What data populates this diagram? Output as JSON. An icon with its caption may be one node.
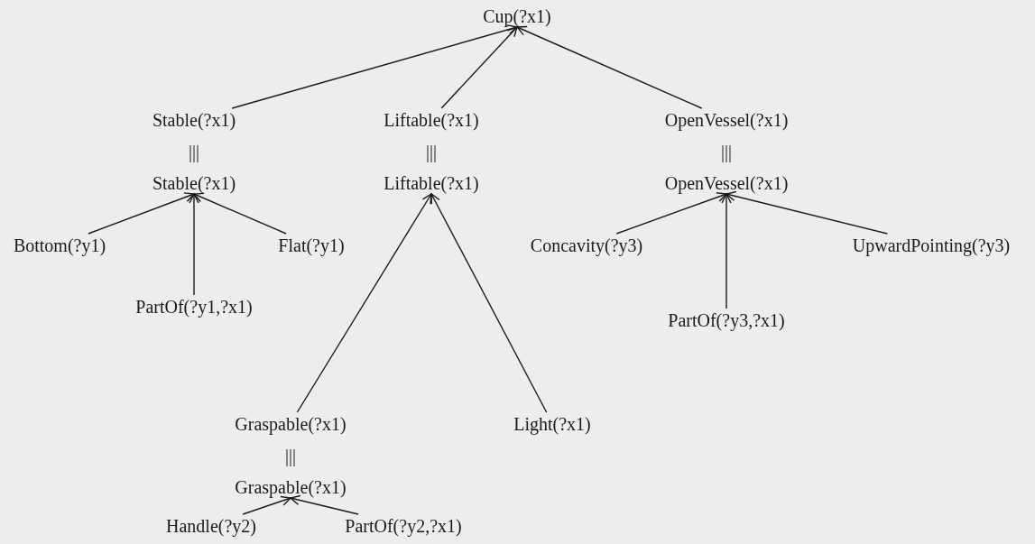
{
  "diagram": {
    "nodes": [
      {
        "text": [
          "Cup(?x1)"
        ]
      },
      {
        "text": [
          "Stable(?x1)"
        ]
      },
      {
        "text": [
          "Stable(?x1)"
        ]
      },
      {
        "text": [
          "Liftable(?x1)"
        ]
      },
      {
        "text": [
          "Liftable(?x1)"
        ]
      },
      {
        "text": [
          "OpenVessel(?x1)"
        ]
      },
      {
        "text": [
          "OpenVessel(?x1)"
        ]
      },
      {
        "text": [
          "Bottom(?y1)"
        ]
      },
      {
        "text": [
          "Flat(?y1)"
        ]
      },
      {
        "text": [
          "PartOf(?y1,?x1)"
        ]
      },
      {
        "text": [
          "Concavity(?y3)"
        ]
      },
      {
        "text": [
          "UpwardPointing(?y3)"
        ]
      },
      {
        "text": [
          "PartOf(?y3,?x1)"
        ]
      },
      {
        "text": [
          "Graspable(?x1)"
        ]
      },
      {
        "text": [
          "Light(?x1)"
        ]
      },
      {
        "text": [
          "Graspable(?x1)"
        ]
      },
      {
        "text": [
          "Handle(?y2)"
        ]
      },
      {
        "text": [
          "PartOf(?y2,?x1)"
        ]
      }
    ],
    "edges": [
      {
        "from": 1,
        "to": 0,
        "arrow": "to"
      },
      {
        "from": 3,
        "to": 0,
        "arrow": "to"
      },
      {
        "from": 5,
        "to": 0,
        "arrow": "to"
      },
      {
        "from": 7,
        "to": 2,
        "arrow": "to"
      },
      {
        "from": 9,
        "to": 2,
        "arrow": "to"
      },
      {
        "from": 8,
        "to": 2,
        "arrow": "to"
      },
      {
        "from": 13,
        "to": 4,
        "arrow": "to"
      },
      {
        "from": 14,
        "to": 4,
        "arrow": "to"
      },
      {
        "from": 10,
        "to": 6,
        "arrow": "to"
      },
      {
        "from": 12,
        "to": 6,
        "arrow": "to"
      },
      {
        "from": 11,
        "to": 6,
        "arrow": "to"
      },
      {
        "from": 16,
        "to": 15,
        "arrow": "to"
      },
      {
        "from": 17,
        "to": 15,
        "arrow": "to"
      }
    ],
    "labels": [
      "|||",
      "|||",
      "|||",
      "|||"
    ]
  }
}
